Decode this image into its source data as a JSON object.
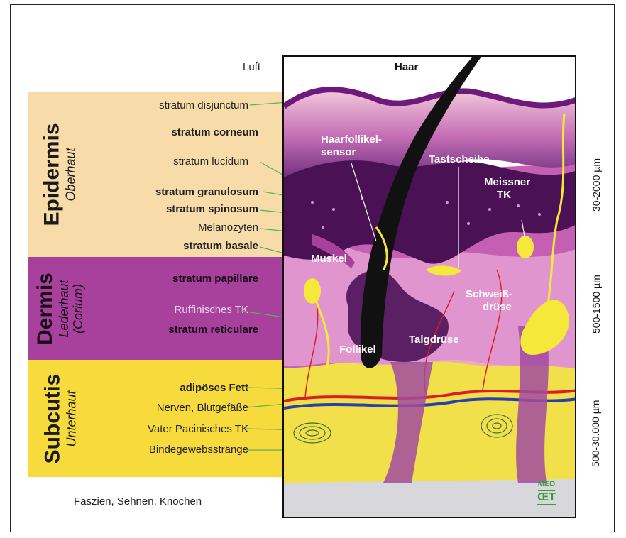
{
  "layers": {
    "epidermis": {
      "name": "Epidermis",
      "subtitle": "Oberhaut"
    },
    "dermis": {
      "name": "Dermis",
      "subtitle_line1": "Lederhaut",
      "subtitle_line2": "(Corium)"
    },
    "subcutis": {
      "name": "Subcutis",
      "subtitle": "Unterhaut"
    }
  },
  "labels": {
    "luft": "Luft",
    "stratum_disjunctum": "stratum disjunctum",
    "stratum_corneum": "stratum corneum",
    "stratum_lucidum": "stratum lucidum",
    "stratum_granulosum": "stratum granulosum",
    "stratum_spinosum": "stratum spinosum",
    "melanozyten": "Melanozyten",
    "stratum_basale": "stratum basale",
    "stratum_papillare": "stratum papillare",
    "ruffinisches_tk": "Ruffinisches TK",
    "stratum_reticulare": "stratum reticulare",
    "adiposes_fett": "adipöses Fett",
    "nerven": "Nerven, Blutgefäße",
    "vater_pacinisches": "Vater Pacinisches TK",
    "bindegewebsstraenge": "Bindegewebsstränge",
    "faszien": "Faszien, Sehnen, Knochen"
  },
  "inner_labels": {
    "haar": "Haar",
    "haarfollikel_1": "Haarfollikel-",
    "haarfollikel_2": "sensor",
    "tastscheibe": "Tastscheibe",
    "meissner_1": "Meissner",
    "meissner_2": "TK",
    "muskel": "Muskel",
    "schweiss_1": "Schweiß-",
    "schweiss_2": "drüse",
    "follikel": "Follikel",
    "talgdruese": "Talgdrüse"
  },
  "scale": {
    "epidermis": "30-2000 µm",
    "dermis": "500-1500 µm",
    "subcutis": "500-30.000 µm"
  },
  "logo": {
    "line1": "MED",
    "line2": "ŒT"
  },
  "colors": {
    "epidermis": "#f7dba8",
    "dermis": "#a8419b",
    "subcutis": "#f7da3c",
    "skin_dark": "#4a1255",
    "hair": "#111111",
    "nerve": "#f5e83a",
    "vessel_red": "#d81e2a",
    "vessel_blue": "#2b3fa8",
    "leader": "#58b15a"
  }
}
